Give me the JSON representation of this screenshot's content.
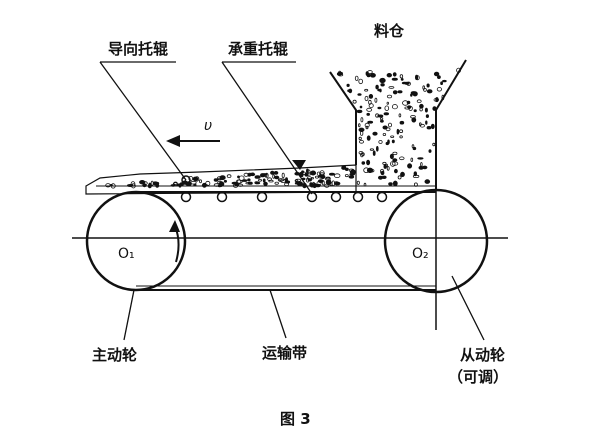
{
  "labels": {
    "guide_roller": "导向托辊",
    "load_roller": "承重托辊",
    "hopper": "料仓",
    "velocity": "υ",
    "o1": "O₁",
    "o2": "O₂",
    "drive_wheel": "主动轮",
    "belt": "运输带",
    "driven_wheel": "从动轮",
    "driven_wheel_note": "（可调）",
    "caption": "图 3"
  },
  "colors": {
    "ink": "#111111",
    "background": "#ffffff"
  }
}
